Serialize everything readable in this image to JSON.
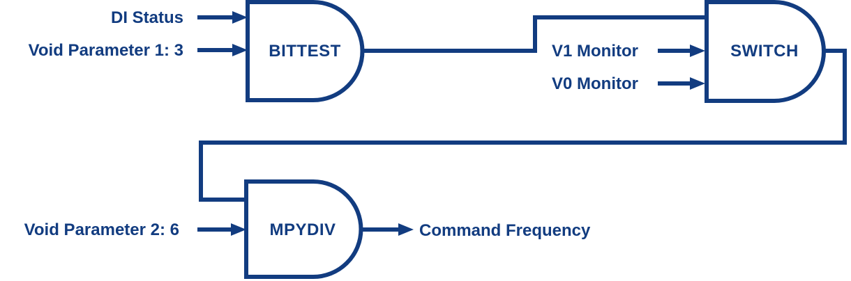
{
  "diagram": {
    "type": "function-block-logic-diagram",
    "accent_color": "#123C80",
    "background_color": "#ffffff",
    "gates": {
      "bittest": {
        "label": "BITTEST"
      },
      "switch": {
        "label": "SWITCH"
      },
      "mpydiv": {
        "label": "MPYDIV"
      }
    },
    "inputs": {
      "di_status": {
        "label": "DI Status",
        "target": "BITTEST"
      },
      "void_param_1": {
        "label": "Void Parameter 1: 3",
        "target": "BITTEST"
      },
      "v1_monitor": {
        "label": "V1 Monitor",
        "target": "SWITCH"
      },
      "v0_monitor": {
        "label": "V0 Monitor",
        "target": "SWITCH"
      },
      "void_param_2": {
        "label": "Void Parameter 2: 6",
        "target": "MPYDIV"
      }
    },
    "outputs": {
      "command_frequency": {
        "label": "Command Frequency",
        "source": "MPYDIV"
      }
    },
    "connections": [
      "BITTEST output feeds SWITCH top input",
      "SWITCH output loops around to MPYDIV upper input",
      "MPYDIV output drives Command Frequency"
    ]
  }
}
